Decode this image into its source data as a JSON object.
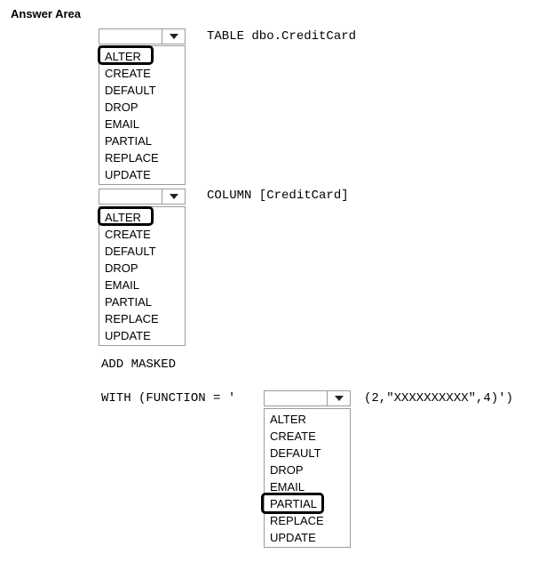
{
  "title": "Answer Area",
  "options": [
    "ALTER",
    "CREATE",
    "DEFAULT",
    "DROP",
    "EMAIL",
    "PARTIAL",
    "REPLACE",
    "UPDATE"
  ],
  "code": {
    "line1": "TABLE dbo.CreditCard",
    "line2": "COLUMN [CreditCard]",
    "line3": "ADD MASKED",
    "line4_prefix": "WITH (FUNCTION = '",
    "line4_suffix": "(2,\"XXXXXXXXXX\",4)')"
  },
  "selected": [
    "ALTER",
    "ALTER",
    "PARTIAL"
  ]
}
